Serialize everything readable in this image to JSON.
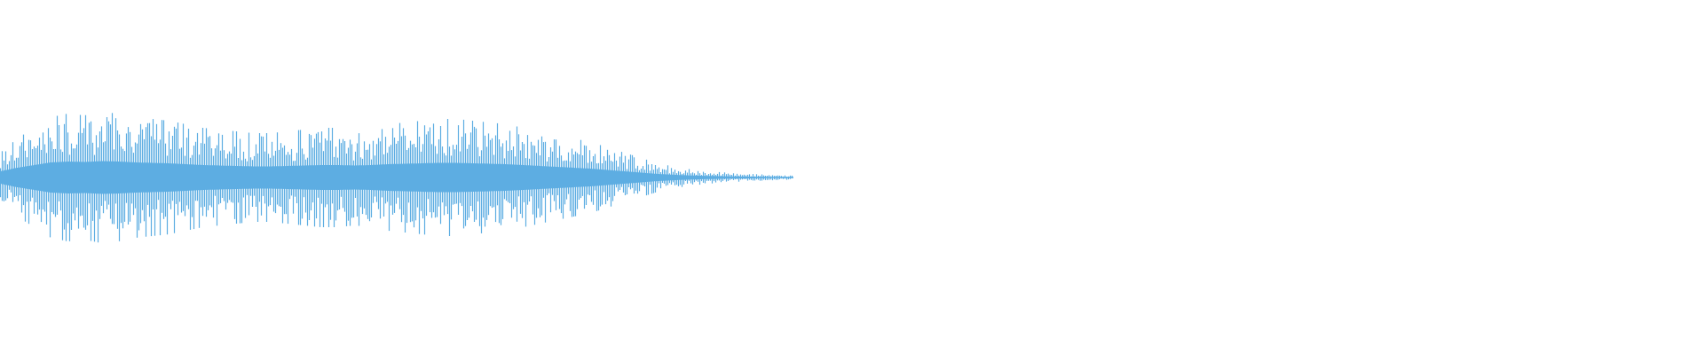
{
  "waveform": {
    "color": "#5dade2",
    "background": "#ffffff",
    "played_fraction": 0,
    "audio_fraction": 0.465,
    "amplitude_profile": [
      0.14,
      0.22,
      0.28,
      0.34,
      0.36,
      0.35,
      0.37,
      0.36,
      0.34,
      0.33,
      0.32,
      0.3,
      0.28,
      0.27,
      0.26,
      0.25,
      0.25,
      0.26,
      0.27,
      0.28,
      0.28,
      0.27,
      0.28,
      0.3,
      0.31,
      0.32,
      0.33,
      0.33,
      0.32,
      0.31,
      0.3,
      0.28,
      0.26,
      0.24,
      0.22,
      0.2,
      0.17,
      0.14,
      0.11,
      0.08,
      0.06,
      0.045,
      0.035,
      0.028,
      0.022,
      0.018,
      0.015,
      0.012
    ]
  }
}
